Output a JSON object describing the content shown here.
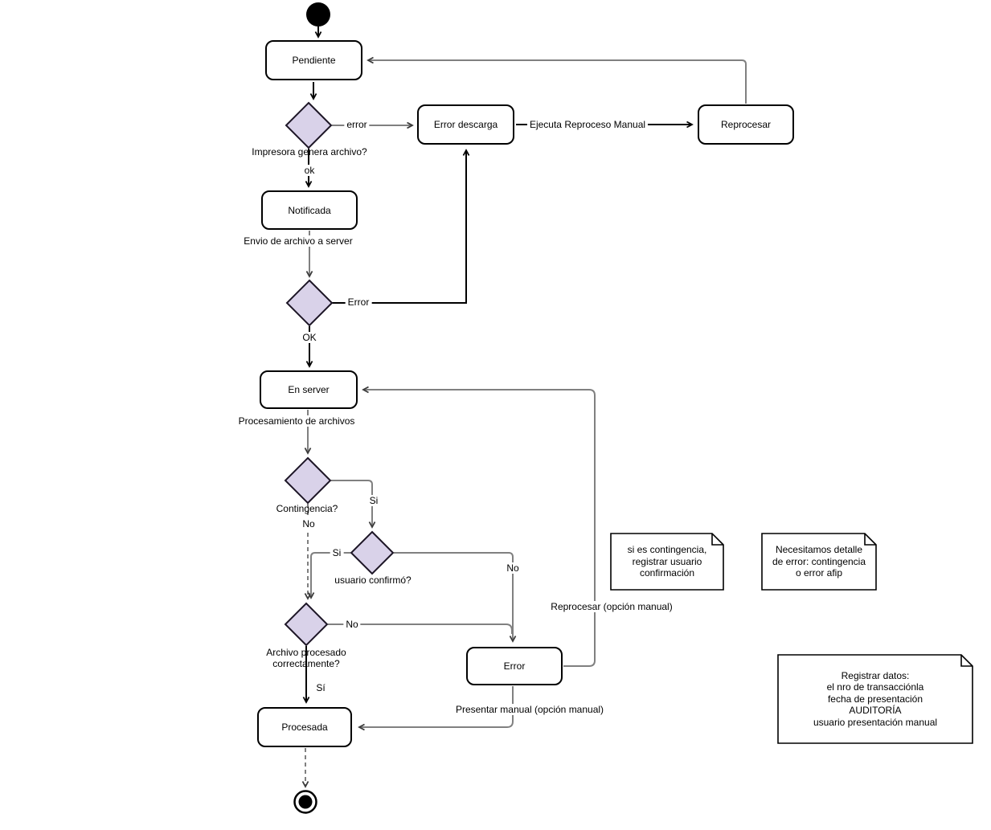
{
  "diagram": {
    "nodes": {
      "pendiente": "Pendiente",
      "error_descarga": "Error descarga",
      "reprocesar": "Reprocesar",
      "notificada": "Notificada",
      "en_server": "En server",
      "error": "Error",
      "procesada": "Procesada"
    },
    "edge_labels": {
      "error_lower": "error",
      "impresora_q": "Impresora genera archivo?",
      "ok_lower": "ok",
      "ejecuta": "Ejecuta Reproceso Manual",
      "envio": "Envio de archivo a server",
      "error_cap": "Error",
      "ok_cap": "OK",
      "procesamiento": "Procesamiento de archivos",
      "contingencia_q": "Contingencia?",
      "no_contingencia": "No",
      "si_contingencia": "Si",
      "si_usuario": "Si",
      "usuario_q": "usuario confirmó?",
      "no_usuario": "No",
      "no_archivo": "No",
      "archivo_q": "Archivo procesado\ncorrectamente?",
      "si_archivo": "Sí",
      "reprocesar_manual": "Reprocesar (opción manual)",
      "presentar_manual": "Presentar manual (opción manual)"
    },
    "notes": {
      "contingencia": "si es contingencia,\nregistrar usuario\nconfirmación",
      "detalle_error": "Necesitamos detalle\nde error: contingencia\no error afip",
      "registrar": "Registrar datos:\nel nro de transacciónla\nfecha de presentación\nAUDITORÍA\nusuario presentación manual"
    },
    "colors": {
      "diamond_fill": "#d9d2e9",
      "line_gray": "#808080",
      "line_black": "#000000",
      "node_border": "#000000"
    }
  }
}
